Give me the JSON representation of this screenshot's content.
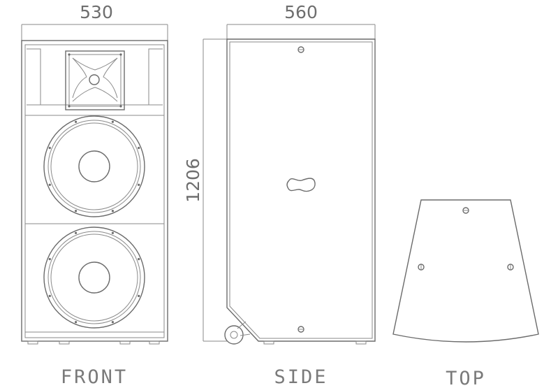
{
  "dimensions": {
    "front_width": "530",
    "side_depth": "560",
    "height": "1206"
  },
  "views": {
    "front": "FRONT",
    "side": "SIDE",
    "top": "TOP"
  },
  "colors": {
    "line": "#6b6b6b",
    "text": "#6e6e6e",
    "background": "#ffffff"
  }
}
